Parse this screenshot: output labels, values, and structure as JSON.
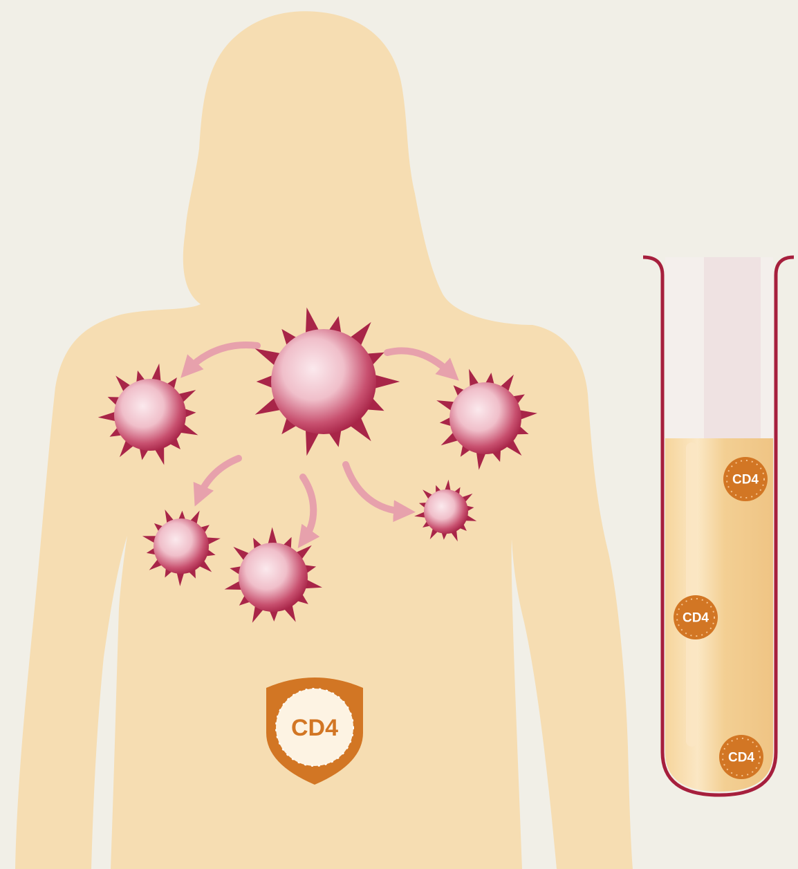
{
  "colors": {
    "background": "#f1efe7",
    "body": "#f6ddb2",
    "virus": "#a82548",
    "virus_core": "#f7d6dc",
    "arrow": "#e7a1ac",
    "cd4_orange": "#d27624",
    "tube_outline": "#a61f3d",
    "tube_liquid": "#f3cf93"
  },
  "body": {
    "shield_label": "CD4",
    "viruses": [
      {
        "name": "virus-center-large",
        "icon": "virus-icon"
      },
      {
        "name": "virus-left-upper",
        "icon": "virus-icon"
      },
      {
        "name": "virus-right-upper",
        "icon": "virus-icon"
      },
      {
        "name": "virus-right-middle",
        "icon": "virus-icon"
      },
      {
        "name": "virus-left-lower",
        "icon": "virus-icon"
      },
      {
        "name": "virus-center-lower",
        "icon": "virus-icon"
      }
    ]
  },
  "test_tube": {
    "cells": [
      {
        "label": "CD4"
      },
      {
        "label": "CD4"
      },
      {
        "label": "CD4"
      }
    ]
  }
}
